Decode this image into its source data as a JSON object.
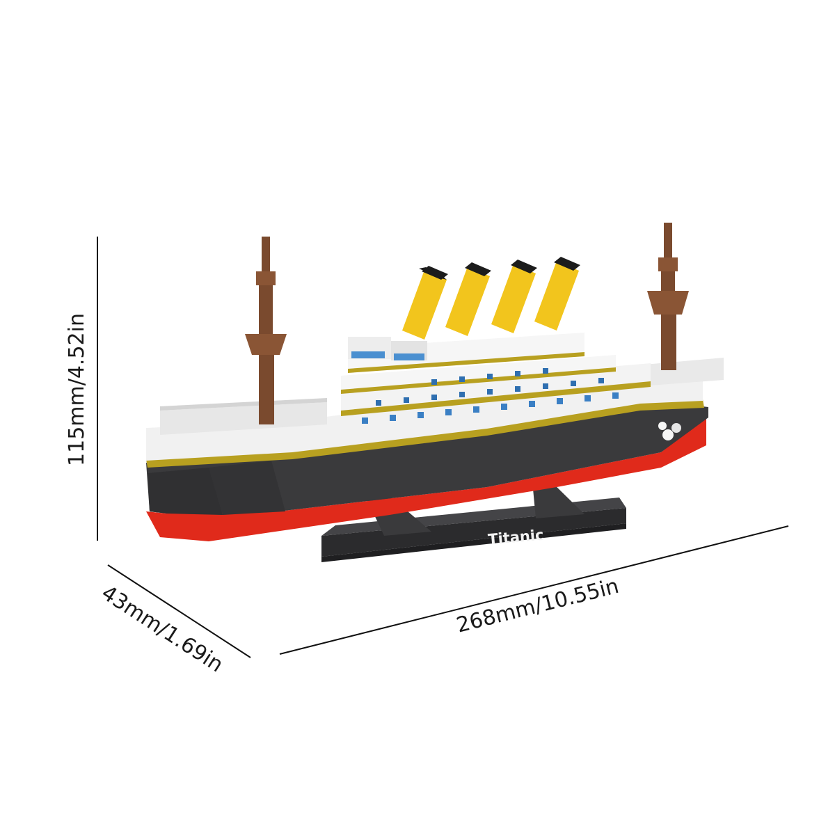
{
  "dimensions": {
    "height_label": "115mm/4.52in",
    "depth_label": "43mm/1.69in",
    "length_label": "268mm/10.55in"
  },
  "model": {
    "stand_label": "Titanic",
    "colors": {
      "hull_dark": "#3a3a3c",
      "hull_red": "#e02a1b",
      "deck_white": "#f1f1f1",
      "stripe_gold": "#b8a020",
      "window_blue": "#3a7fc4",
      "funnel_yellow": "#f2c51d",
      "funnel_black": "#1c1c1c",
      "mast_brown": "#7a4a2e",
      "stand_dark": "#2e2e30"
    }
  }
}
